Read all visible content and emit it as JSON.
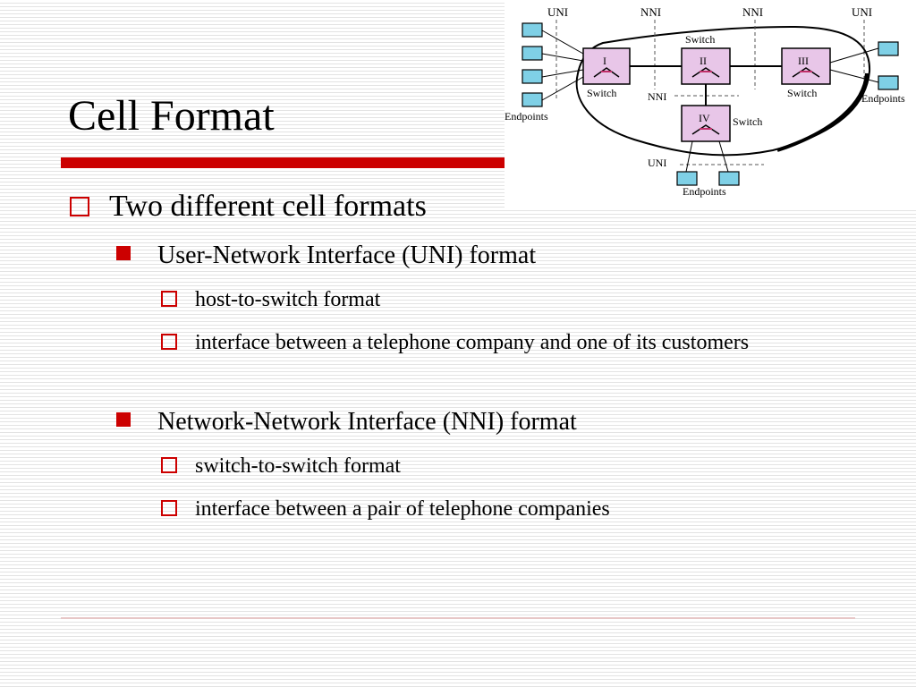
{
  "slide": {
    "title": "Cell Format",
    "colors": {
      "accent": "#cc0000",
      "switch_fill": "#e8c6e8",
      "endpoint_fill": "#7fd0e6"
    }
  },
  "bullets": {
    "level1": "Two different cell formats",
    "uni": "User-Network Interface (UNI) format",
    "uni_sub1": "host-to-switch format",
    "uni_sub2": "interface between a telephone company and one of its customers",
    "nni": "Network-Network Interface (NNI) format",
    "nni_sub1": "switch-to-switch format",
    "nni_sub2": "interface between a pair of telephone companies"
  },
  "diagram": {
    "label_uni": "UNI",
    "label_nni": "NNI",
    "label_switch": "Switch",
    "label_endpoints": "Endpoints",
    "switch_I": "I",
    "switch_II": "II",
    "switch_III": "III",
    "switch_IV": "IV"
  }
}
